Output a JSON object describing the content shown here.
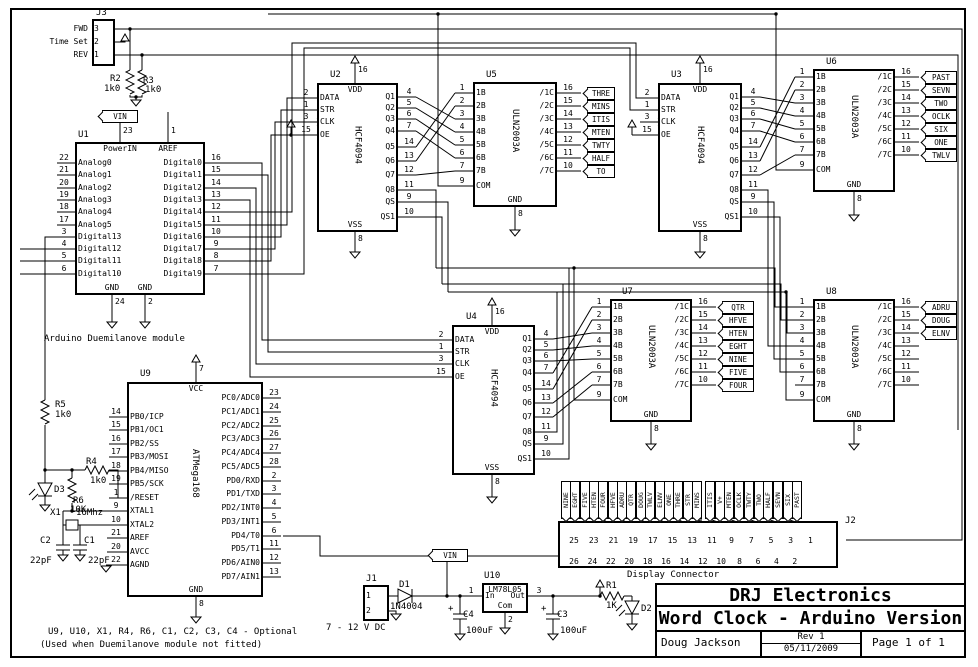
{
  "title_block": {
    "company": "DRJ Electronics",
    "title": "Word Clock - Arduino Version",
    "author": "Doug Jackson",
    "rev": "Rev 1",
    "date": "05/11/2009",
    "page": "Page 1 of 1"
  },
  "notes": {
    "module_caption": "Arduino Duemilanove module",
    "optional_parts": "U9, U10, X1, R4, R6, C1, C2, C3, C4 - Optional",
    "optional_note": "(Used when Duemilanove module not fitted)",
    "supply_range": "7 - 12 V DC",
    "display_connector": "Display Connector"
  },
  "power_flags": {
    "vin": "VIN"
  },
  "connectors": {
    "j3": {
      "ref": "J3",
      "pins": [
        {
          "num": "3",
          "label": "FWD"
        },
        {
          "num": "2",
          "label": "Time Set"
        },
        {
          "num": "1",
          "label": "REV"
        }
      ]
    },
    "j1": {
      "ref": "J1",
      "pins": [
        {
          "num": "1"
        },
        {
          "num": "2"
        }
      ]
    },
    "j2": {
      "ref": "J2",
      "top_pins": [
        "25",
        "23",
        "21",
        "19",
        "17",
        "15",
        "13",
        "11",
        "9",
        "7",
        "5",
        "3",
        "1"
      ],
      "bottom_pins": [
        "26",
        "24",
        "22",
        "20",
        "18",
        "16",
        "14",
        "12",
        "10",
        "8",
        "6",
        "4",
        "2"
      ],
      "labels": [
        "NINE",
        "EGHT",
        "FIVE",
        "HTEN",
        "FOUR",
        "HFVE",
        "ADRU",
        "QTR",
        "DOUG",
        "TWLV",
        "ELNV",
        "ONE",
        "THRE",
        "STR",
        "MINS",
        "ITIS",
        "V+",
        "MTEN",
        "OCLK",
        "TWTY",
        "TWO",
        "HALF",
        "SEVN",
        "SIX",
        "PAST"
      ]
    }
  },
  "ics": {
    "u1": {
      "ref": "U1",
      "top": [
        {
          "n": "23",
          "l": "PowerIN"
        },
        {
          "n": "1",
          "l": "AREF"
        }
      ],
      "left": [
        {
          "n": "22",
          "l": "Analog0"
        },
        {
          "n": "21",
          "l": "Analog1"
        },
        {
          "n": "20",
          "l": "Analog2"
        },
        {
          "n": "19",
          "l": "Analog3"
        },
        {
          "n": "18",
          "l": "Analog4"
        },
        {
          "n": "17",
          "l": "Analog5"
        },
        {
          "n": "3",
          "l": "Digital13"
        },
        {
          "n": "4",
          "l": "Digital12"
        },
        {
          "n": "5",
          "l": "Digital11"
        },
        {
          "n": "6",
          "l": "Digital10"
        }
      ],
      "right": [
        {
          "n": "16",
          "l": "Digital0"
        },
        {
          "n": "15",
          "l": "Digital1"
        },
        {
          "n": "14",
          "l": "Digital2"
        },
        {
          "n": "13",
          "l": "Digital3"
        },
        {
          "n": "12",
          "l": "Digital4"
        },
        {
          "n": "11",
          "l": "Digital5"
        },
        {
          "n": "10",
          "l": "Digital6"
        },
        {
          "n": "9",
          "l": "Digital7"
        },
        {
          "n": "8",
          "l": "Digital8"
        },
        {
          "n": "7",
          "l": "Digital9"
        }
      ],
      "bottom": [
        {
          "n": "24",
          "l": "GND"
        },
        {
          "n": "2",
          "l": "GND"
        }
      ]
    },
    "u2": {
      "ref": "U2",
      "part": "HCF4094",
      "top": [
        {
          "n": "16",
          "l": "VDD"
        }
      ],
      "bottom": [
        {
          "n": "8",
          "l": "VSS"
        }
      ],
      "left": [
        {
          "n": "2",
          "l": "DATA"
        },
        {
          "n": "1",
          "l": "STR"
        },
        {
          "n": "3",
          "l": "CLK"
        },
        {
          "n": "15",
          "l": "OE"
        }
      ],
      "right": [
        {
          "n": "4",
          "l": "Q1"
        },
        {
          "n": "5",
          "l": "Q2"
        },
        {
          "n": "6",
          "l": "Q3"
        },
        {
          "n": "7",
          "l": "Q4"
        },
        {
          "n": "14",
          "l": "Q5"
        },
        {
          "n": "13",
          "l": "Q6"
        },
        {
          "n": "12",
          "l": "Q7"
        },
        {
          "n": "11",
          "l": "Q8"
        },
        {
          "n": "9",
          "l": "QS"
        },
        {
          "n": "10",
          "l": "QS1"
        }
      ]
    },
    "u3": {
      "ref": "U3",
      "part": "HCF4094",
      "top": [
        {
          "n": "16",
          "l": "VDD"
        }
      ],
      "bottom": [
        {
          "n": "8",
          "l": "VSS"
        }
      ],
      "left": [
        {
          "n": "2",
          "l": "DATA"
        },
        {
          "n": "1",
          "l": "STR"
        },
        {
          "n": "3",
          "l": "CLK"
        },
        {
          "n": "15",
          "l": "OE"
        }
      ],
      "right": [
        {
          "n": "4",
          "l": "Q1"
        },
        {
          "n": "5",
          "l": "Q2"
        },
        {
          "n": "6",
          "l": "Q3"
        },
        {
          "n": "7",
          "l": "Q4"
        },
        {
          "n": "14",
          "l": "Q5"
        },
        {
          "n": "13",
          "l": "Q6"
        },
        {
          "n": "12",
          "l": "Q7"
        },
        {
          "n": "11",
          "l": "Q8"
        },
        {
          "n": "9",
          "l": "QS"
        },
        {
          "n": "10",
          "l": "QS1"
        }
      ]
    },
    "u4": {
      "ref": "U4",
      "part": "HCF4094",
      "top": [
        {
          "n": "16",
          "l": "VDD"
        }
      ],
      "bottom": [
        {
          "n": "8",
          "l": "VSS"
        }
      ],
      "left": [
        {
          "n": "2",
          "l": "DATA"
        },
        {
          "n": "1",
          "l": "STR"
        },
        {
          "n": "3",
          "l": "CLK"
        },
        {
          "n": "15",
          "l": "OE"
        }
      ],
      "right": [
        {
          "n": "4",
          "l": "Q1"
        },
        {
          "n": "5",
          "l": "Q2"
        },
        {
          "n": "6",
          "l": "Q3"
        },
        {
          "n": "7",
          "l": "Q4"
        },
        {
          "n": "14",
          "l": "Q5"
        },
        {
          "n": "13",
          "l": "Q6"
        },
        {
          "n": "12",
          "l": "Q7"
        },
        {
          "n": "11",
          "l": "Q8"
        },
        {
          "n": "9",
          "l": "QS"
        },
        {
          "n": "10",
          "l": "QS1"
        }
      ]
    },
    "u5": {
      "ref": "U5",
      "part": "ULN2003A",
      "left": [
        {
          "n": "1",
          "l": "1B"
        },
        {
          "n": "2",
          "l": "2B"
        },
        {
          "n": "3",
          "l": "3B"
        },
        {
          "n": "4",
          "l": "4B"
        },
        {
          "n": "5",
          "l": "5B"
        },
        {
          "n": "6",
          "l": "6B"
        },
        {
          "n": "7",
          "l": "7B"
        },
        {
          "n": "9",
          "l": "COM"
        }
      ],
      "right": [
        {
          "n": "16",
          "l": "/1C",
          "f": "THRE"
        },
        {
          "n": "15",
          "l": "/2C",
          "f": "MINS"
        },
        {
          "n": "14",
          "l": "/3C",
          "f": "ITIS"
        },
        {
          "n": "13",
          "l": "/4C",
          "f": "MTEN"
        },
        {
          "n": "12",
          "l": "/5C",
          "f": "TWTY"
        },
        {
          "n": "11",
          "l": "/6C",
          "f": "HALF"
        },
        {
          "n": "10",
          "l": "/7C",
          "f": "TO"
        }
      ],
      "bottom": [
        {
          "n": "8",
          "l": "GND"
        }
      ]
    },
    "u6": {
      "ref": "U6",
      "part": "ULN2003A",
      "left": [
        {
          "n": "1",
          "l": "1B"
        },
        {
          "n": "2",
          "l": "2B"
        },
        {
          "n": "3",
          "l": "3B"
        },
        {
          "n": "4",
          "l": "4B"
        },
        {
          "n": "5",
          "l": "5B"
        },
        {
          "n": "6",
          "l": "6B"
        },
        {
          "n": "7",
          "l": "7B"
        },
        {
          "n": "9",
          "l": "COM"
        }
      ],
      "right": [
        {
          "n": "16",
          "l": "/1C",
          "f": "PAST"
        },
        {
          "n": "15",
          "l": "/2C",
          "f": "SEVN"
        },
        {
          "n": "14",
          "l": "/3C",
          "f": "TWO"
        },
        {
          "n": "13",
          "l": "/4C",
          "f": "OCLK"
        },
        {
          "n": "12",
          "l": "/5C",
          "f": "SIX"
        },
        {
          "n": "11",
          "l": "/6C",
          "f": "ONE"
        },
        {
          "n": "10",
          "l": "/7C",
          "f": "TWLV"
        }
      ],
      "bottom": [
        {
          "n": "8",
          "l": "GND"
        }
      ]
    },
    "u7": {
      "ref": "U7",
      "part": "ULN2003A",
      "left": [
        {
          "n": "1",
          "l": "1B"
        },
        {
          "n": "2",
          "l": "2B"
        },
        {
          "n": "3",
          "l": "3B"
        },
        {
          "n": "4",
          "l": "4B"
        },
        {
          "n": "5",
          "l": "5B"
        },
        {
          "n": "6",
          "l": "6B"
        },
        {
          "n": "7",
          "l": "7B"
        },
        {
          "n": "9",
          "l": "COM"
        }
      ],
      "right": [
        {
          "n": "16",
          "l": "/1C",
          "f": "QTR"
        },
        {
          "n": "15",
          "l": "/2C",
          "f": "HFVE"
        },
        {
          "n": "14",
          "l": "/3C",
          "f": "HTEN"
        },
        {
          "n": "13",
          "l": "/4C",
          "f": "EGHT"
        },
        {
          "n": "12",
          "l": "/5C",
          "f": "NINE"
        },
        {
          "n": "11",
          "l": "/6C",
          "f": "FIVE"
        },
        {
          "n": "10",
          "l": "/7C",
          "f": "FOUR"
        }
      ],
      "bottom": [
        {
          "n": "8",
          "l": "GND"
        }
      ]
    },
    "u8": {
      "ref": "U8",
      "part": "ULN2003A",
      "left": [
        {
          "n": "1",
          "l": "1B"
        },
        {
          "n": "2",
          "l": "2B"
        },
        {
          "n": "3",
          "l": "3B"
        },
        {
          "n": "4",
          "l": "4B"
        },
        {
          "n": "5",
          "l": "5B"
        },
        {
          "n": "6",
          "l": "6B"
        },
        {
          "n": "7",
          "l": "7B"
        },
        {
          "n": "9",
          "l": "COM"
        }
      ],
      "right": [
        {
          "n": "16",
          "l": "/1C",
          "f": "ADRU"
        },
        {
          "n": "15",
          "l": "/2C",
          "f": "DOUG"
        },
        {
          "n": "14",
          "l": "/3C",
          "f": "ELNV"
        },
        {
          "n": "13",
          "l": "/4C"
        },
        {
          "n": "12",
          "l": "/5C"
        },
        {
          "n": "11",
          "l": "/6C"
        },
        {
          "n": "10",
          "l": "/7C"
        }
      ],
      "bottom": [
        {
          "n": "8",
          "l": "GND"
        }
      ]
    },
    "u9": {
      "ref": "U9",
      "part": "ATMega168",
      "top": [
        {
          "n": "7",
          "l": "VCC"
        }
      ],
      "bottom": [
        {
          "n": "8",
          "l": "GND"
        }
      ],
      "left": [
        {
          "n": "14",
          "l": "PB0/ICP"
        },
        {
          "n": "15",
          "l": "PB1/OC1"
        },
        {
          "n": "16",
          "l": "PB2/SS"
        },
        {
          "n": "17",
          "l": "PB3/MOSI"
        },
        {
          "n": "18",
          "l": "PB4/MISO"
        },
        {
          "n": "19",
          "l": "PB5/SCK"
        },
        {
          "n": "1",
          "l": "/RESET"
        },
        {
          "n": "9",
          "l": "XTAL1"
        },
        {
          "n": "10",
          "l": "XTAL2"
        },
        {
          "n": "21",
          "l": "AREF"
        },
        {
          "n": "20",
          "l": "AVCC"
        },
        {
          "n": "22",
          "l": "AGND"
        }
      ],
      "right": [
        {
          "n": "23",
          "l": "PC0/ADC0"
        },
        {
          "n": "24",
          "l": "PC1/ADC1"
        },
        {
          "n": "25",
          "l": "PC2/ADC2"
        },
        {
          "n": "26",
          "l": "PC3/ADC3"
        },
        {
          "n": "27",
          "l": "PC4/ADC4"
        },
        {
          "n": "28",
          "l": "PC5/ADC5"
        },
        {
          "n": "2",
          "l": "PD0/RXD"
        },
        {
          "n": "3",
          "l": "PD1/TXD"
        },
        {
          "n": "4",
          "l": "PD2/INT0"
        },
        {
          "n": "5",
          "l": "PD3/INT1"
        },
        {
          "n": "6",
          "l": "PD4/T0"
        },
        {
          "n": "11",
          "l": "PD5/T1"
        },
        {
          "n": "12",
          "l": "PD6/AIN0"
        },
        {
          "n": "13",
          "l": "PD7/AIN1"
        }
      ]
    },
    "u10": {
      "ref": "U10",
      "part": "LM78L05",
      "left": [
        {
          "n": "1",
          "l": "In"
        }
      ],
      "right": [
        {
          "n": "3",
          "l": "Out"
        }
      ],
      "bottom": [
        {
          "n": "2",
          "l": "Com"
        }
      ]
    }
  },
  "passives": {
    "r1": {
      "ref": "R1",
      "value": "1K"
    },
    "r2": {
      "ref": "R2",
      "value": "1k0"
    },
    "r3": {
      "ref": "R3",
      "value": "1k0"
    },
    "r4": {
      "ref": "R4",
      "value": "1k0"
    },
    "r5": {
      "ref": "R5",
      "value": "1k0"
    },
    "r6": {
      "ref": "R6",
      "value": "10K"
    },
    "c1": {
      "ref": "C1",
      "value": "22pF"
    },
    "c2": {
      "ref": "C2",
      "value": "22pF"
    },
    "c3": {
      "ref": "C3",
      "value": "100uF"
    },
    "c4": {
      "ref": "C4",
      "value": "100uF"
    },
    "d1": {
      "ref": "D1",
      "value": "1N4004"
    },
    "d2": {
      "ref": "D2",
      "value": ""
    },
    "d3": {
      "ref": "D3",
      "value": ""
    },
    "x1": {
      "ref": "X1",
      "value": "16Mhz"
    }
  }
}
